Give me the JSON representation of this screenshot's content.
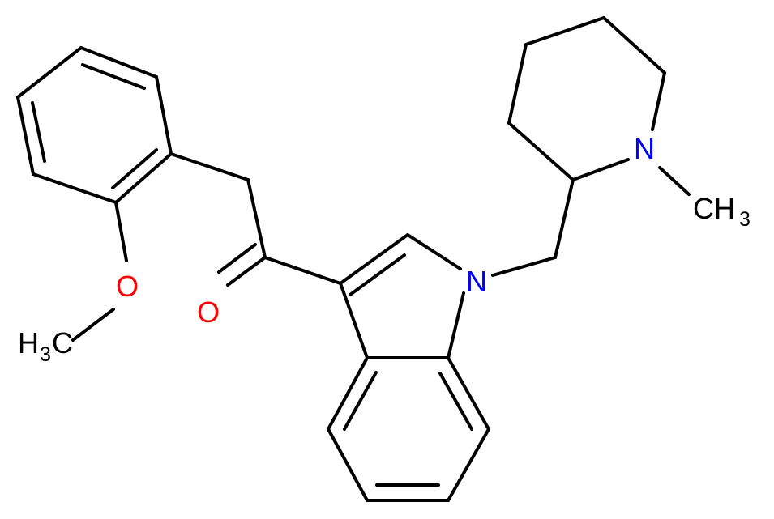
{
  "colors": {
    "bond": "#000000",
    "oxygen": "#ff0000",
    "nitrogen": "#0000ff",
    "carbon": "#000000",
    "background": "#ffffff"
  },
  "atoms": {
    "carbonyl_o": {
      "symbol": "O"
    },
    "methoxy_o": {
      "symbol": "O"
    },
    "methoxy_ch3": {
      "symbol": "H",
      "subscript": "3",
      "suffix": "C"
    },
    "indole_n": {
      "symbol": "N"
    },
    "piperidine_n": {
      "symbol": "N"
    },
    "n_methyl": {
      "symbol": "CH",
      "subscript": "3"
    }
  }
}
